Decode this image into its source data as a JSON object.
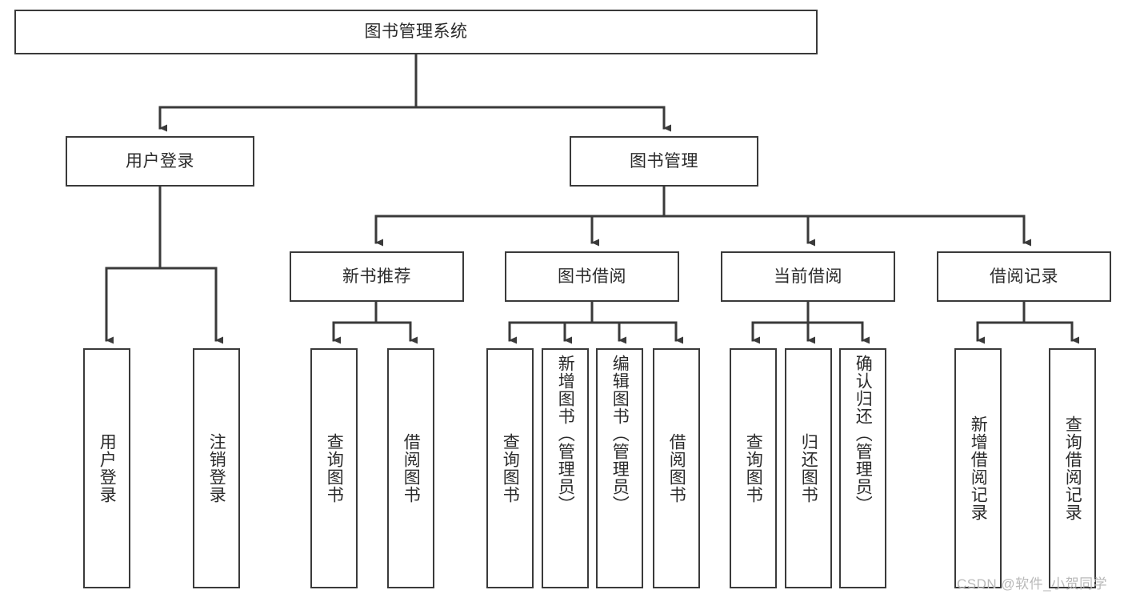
{
  "diagram": {
    "title": "图书管理系统",
    "type": "tree-hierarchy",
    "watermark": "CSDN @软件_小贺同学",
    "colors": {
      "stroke": "#3a3a3a",
      "fill": "#ffffff",
      "text": "#2b2b2b",
      "watermark": "#b9b9b9"
    },
    "root": {
      "label": "图书管理系统",
      "orientation": "horizontal"
    },
    "level2": [
      {
        "label": "用户登录",
        "orientation": "horizontal"
      },
      {
        "label": "图书管理",
        "orientation": "horizontal"
      }
    ],
    "level3": [
      {
        "label": "新书推荐",
        "orientation": "horizontal"
      },
      {
        "label": "图书借阅",
        "orientation": "horizontal"
      },
      {
        "label": "当前借阅",
        "orientation": "horizontal"
      },
      {
        "label": "借阅记录",
        "orientation": "horizontal"
      }
    ],
    "leaves": {
      "user_login": [
        {
          "label": "用户登录",
          "orientation": "vertical"
        },
        {
          "label": "注销登录",
          "orientation": "vertical"
        }
      ],
      "new_book_recommend": [
        {
          "label": "查询图书",
          "orientation": "vertical"
        },
        {
          "label": "借阅图书",
          "orientation": "vertical"
        }
      ],
      "book_borrow": [
        {
          "label": "查询图书",
          "orientation": "vertical"
        },
        {
          "label": "新增图书（管理员）",
          "orientation": "vertical"
        },
        {
          "label": "编辑图书（管理员）",
          "orientation": "vertical"
        },
        {
          "label": "借阅图书",
          "orientation": "vertical"
        }
      ],
      "current_borrow": [
        {
          "label": "查询图书",
          "orientation": "vertical"
        },
        {
          "label": "归还图书",
          "orientation": "vertical"
        },
        {
          "label": "确认归还（管理员）",
          "orientation": "vertical"
        }
      ],
      "borrow_record": [
        {
          "label": "新增借阅记录",
          "orientation": "vertical"
        },
        {
          "label": "查询借阅记录",
          "orientation": "vertical"
        }
      ]
    }
  }
}
